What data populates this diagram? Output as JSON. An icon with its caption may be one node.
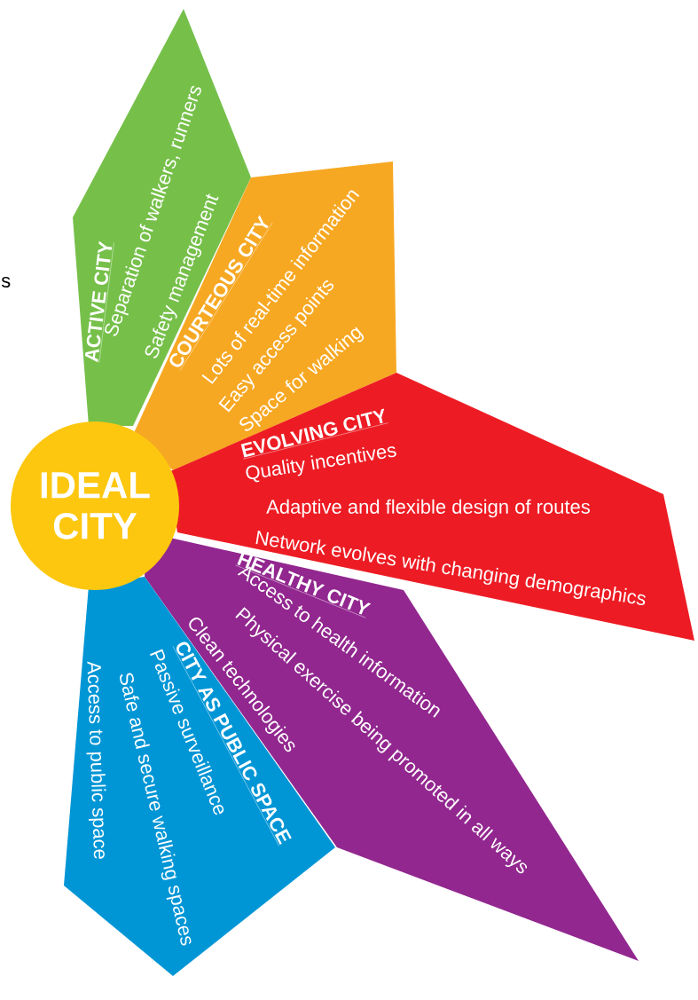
{
  "diagram": {
    "nodes": [
      {
        "text": [
          "IDEAL CITY"
        ]
      },
      {
        "text": [
          "ACTIVE CITY",
          "Separation of walkers, runners",
          "Safety management"
        ]
      },
      {
        "text": [
          "COURTEOUS CITY",
          "Lots of real-time information",
          "Easy access points",
          "Space for walking"
        ]
      },
      {
        "text": [
          "EVOLVING CITY",
          "Quality incentives",
          "Adaptive and flexible design of routes",
          "Network evolves with changing demographics"
        ]
      },
      {
        "text": [
          "HEALTHY CITY",
          "Access to health information",
          "Physical exercise being promoted in all ways",
          "Clean technologies"
        ]
      },
      {
        "text": [
          "CITY AS PUBLIC SPACE",
          "Passive surveillance",
          "Safe and secure walking spaces",
          "Access to public space"
        ]
      }
    ],
    "labels": [
      "s"
    ]
  }
}
